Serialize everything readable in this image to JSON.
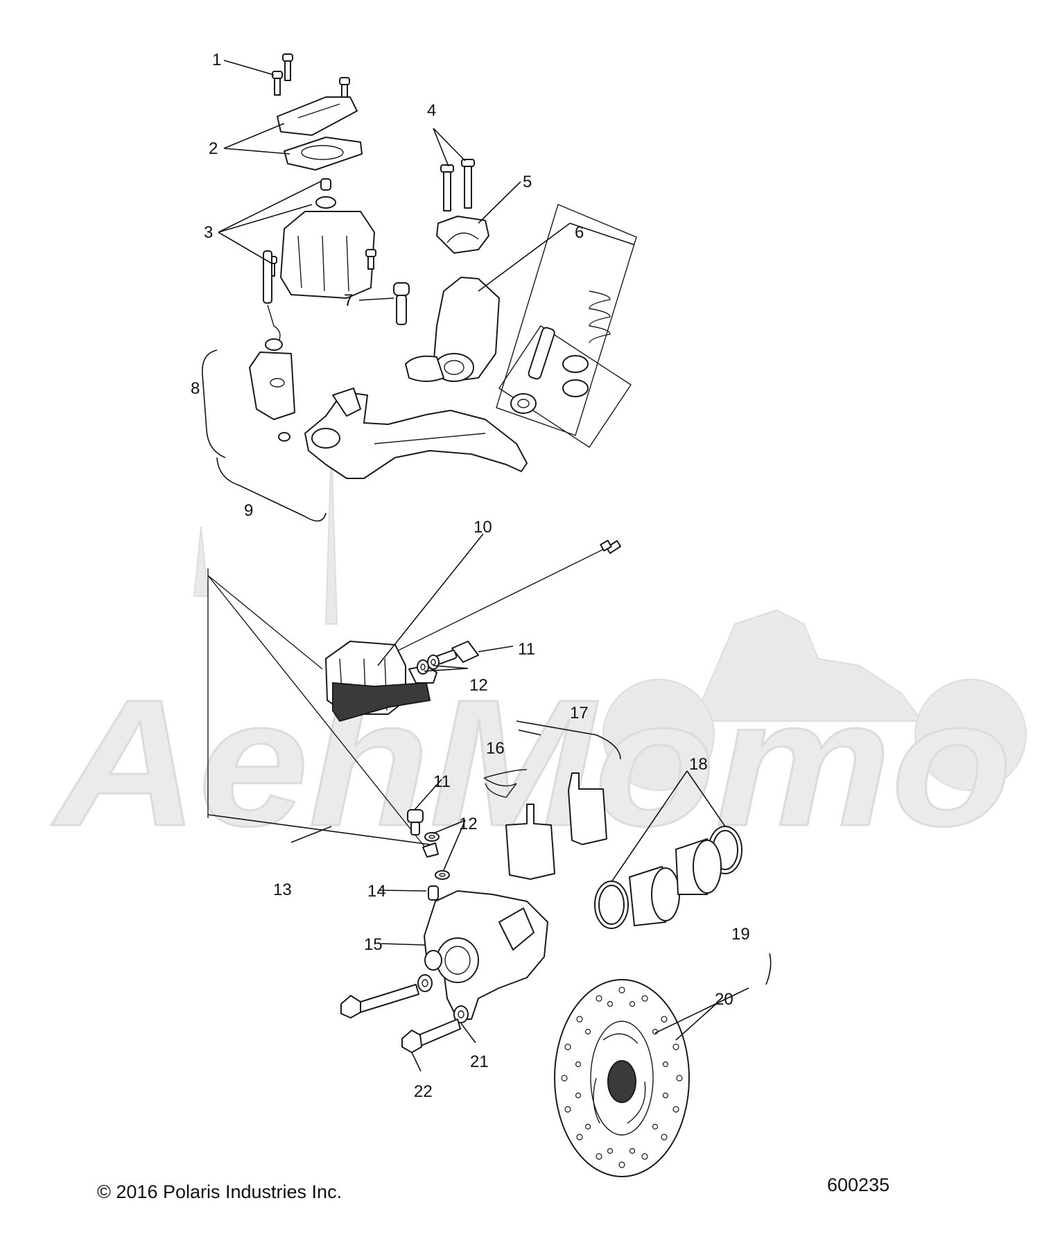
{
  "callouts": {
    "c1": "1",
    "c2": "2",
    "c3": "3",
    "c4": "4",
    "c5": "5",
    "c6": "6",
    "c7": "7",
    "c8": "8",
    "c9": "9",
    "c10": "10",
    "c11a": "11",
    "c11b": "11",
    "c12a": "12",
    "c12b": "12",
    "c13": "13",
    "c14": "14",
    "c15": "15",
    "c16": "16",
    "c17": "17",
    "c18": "18",
    "c19": "19",
    "c20": "20",
    "c21": "21",
    "c22": "22"
  },
  "watermark": "AehMomo",
  "footer": {
    "copyright": "© 2016 Polaris Industries Inc.",
    "drawing_number": "600235"
  },
  "colors": {
    "ink": "#111111",
    "watermark": "#e9e9e9"
  }
}
